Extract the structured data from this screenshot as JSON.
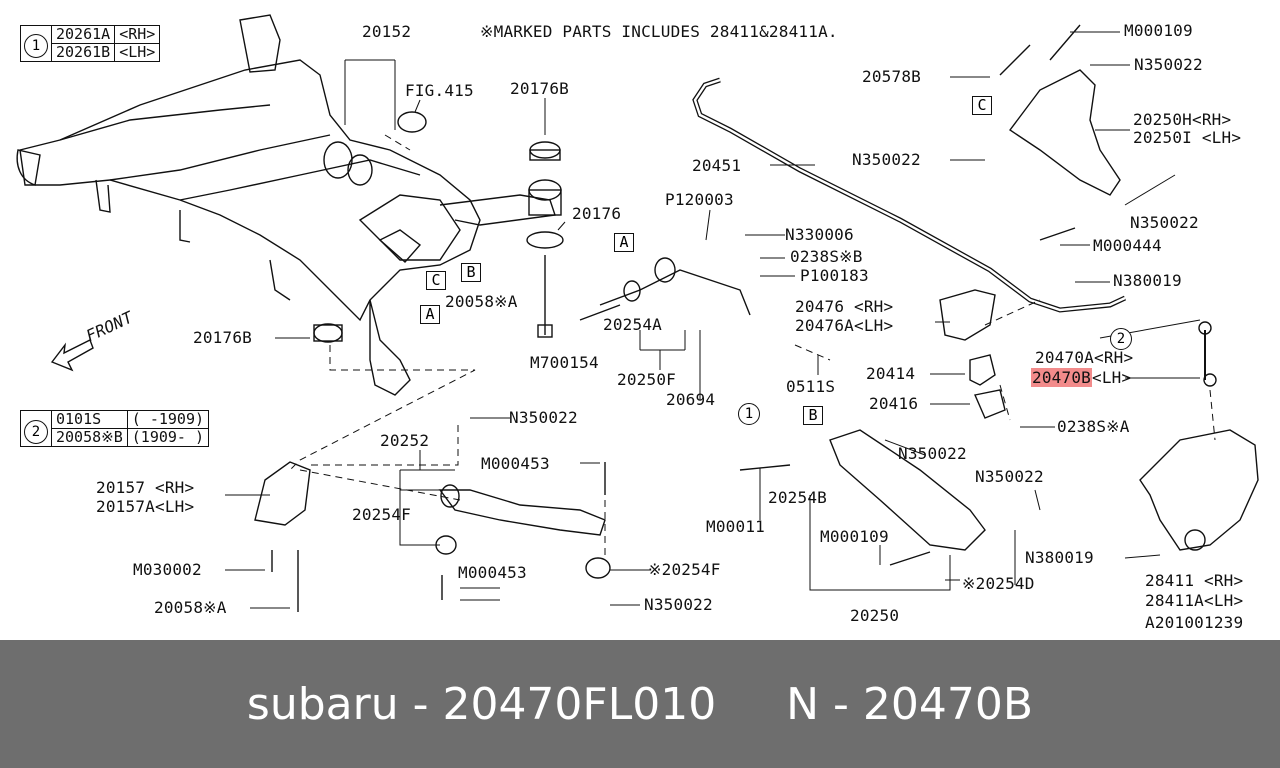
{
  "note": "※MARKED PARTS INCLUDES 28411&28411A.",
  "legend1": {
    "marker": "1",
    "rows": [
      [
        "20261A",
        "<RH>"
      ],
      [
        "20261B",
        "<LH>"
      ]
    ]
  },
  "legend2": {
    "marker": "2",
    "rows": [
      [
        "0101S",
        "( -1909)"
      ],
      [
        "20058※B",
        "(1909- )"
      ]
    ]
  },
  "labels": {
    "l_20152": "20152",
    "l_fig415": "FIG.415",
    "l_20176b_top": "20176B",
    "l_20176": "20176",
    "l_p120003": "P120003",
    "l_20451": "20451",
    "l_m000109_top": "M000109",
    "l_n350022_a": "N350022",
    "l_20578b": "20578B",
    "l_20250h": "20250H<RH>",
    "l_20250i": "20250I <LH>",
    "l_n350022_b": "N350022",
    "l_n350022_c": "N350022",
    "l_m000444": "M000444",
    "l_n330006": "N330006",
    "l_0238s_b": "0238S※B",
    "l_p100183": "P100183",
    "l_n380019_a": "N380019",
    "l_20058a_mid": "20058※A",
    "l_20254a": "20254A",
    "l_m700154": "M700154",
    "l_20250f": "20250F",
    "l_20694": "20694",
    "l_0511s": "0511S",
    "l_20476": "20476 <RH>",
    "l_20476a": "20476A<LH>",
    "l_20470a": "20470A<RH>",
    "l_20470b": "20470B",
    "l_20470b_lh": "<LH>",
    "l_20414": "20414",
    "l_20416": "20416",
    "l_0238s_a": "0238S※A",
    "l_20176b_left": "20176B",
    "l_n350022_d": "N350022",
    "l_20252": "20252",
    "l_m000453_a": "M000453",
    "l_20157": "20157 <RH>",
    "l_20157a": "20157A<LH>",
    "l_20254f": "20254F",
    "l_m030002": "M030002",
    "l_m000453_b": "M000453",
    "l_20254f_m": "※20254F",
    "l_20058a_bot": "20058※A",
    "l_n350022_e": "N350022",
    "l_n350022_f": "N350022",
    "l_n350022_g": "N350022",
    "l_20254b": "20254B",
    "l_m00011": "M00011",
    "l_m000109_bot": "M000109",
    "l_20254d": "※20254D",
    "l_20250": "20250",
    "l_n380019_b": "N380019",
    "l_28411": "28411 <RH>",
    "l_28411a": "28411A<LH>",
    "l_a201001239": "A201001239",
    "l_front": "FRONT"
  },
  "callouts": {
    "A": "A",
    "B": "B",
    "C": "C",
    "one": "1",
    "two": "2"
  },
  "footer": {
    "text": "subaru - 20470FL010     N - 20470B"
  },
  "colors": {
    "highlight": "#f28b8b",
    "footer_bg": "#6e6e6e",
    "footer_text": "#ffffff",
    "line": "#111111"
  }
}
